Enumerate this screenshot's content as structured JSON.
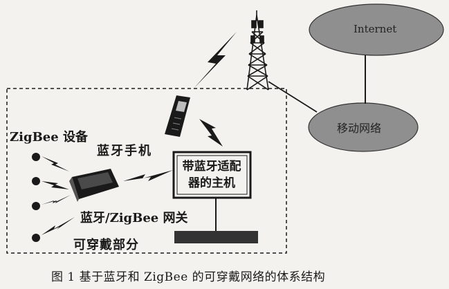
{
  "diagram": {
    "labels": {
      "zigbee_device": "ZigBee 设备",
      "bt_phone": "蓝牙手机",
      "host_line1": "带蓝牙适配",
      "host_line2": "器的主机",
      "gateway": "蓝牙/ZigBee 网关",
      "wearable": "可穿戴部分",
      "internet": "Internet",
      "mobile_net": "移动网络"
    },
    "caption": "图 1  基于蓝牙和 ZigBee 的可穿戴网络的体系结构"
  },
  "colors": {
    "ellipse_fill": "#8f8f8f",
    "ink": "#1a1a1a",
    "background": "#f3f2ee"
  }
}
